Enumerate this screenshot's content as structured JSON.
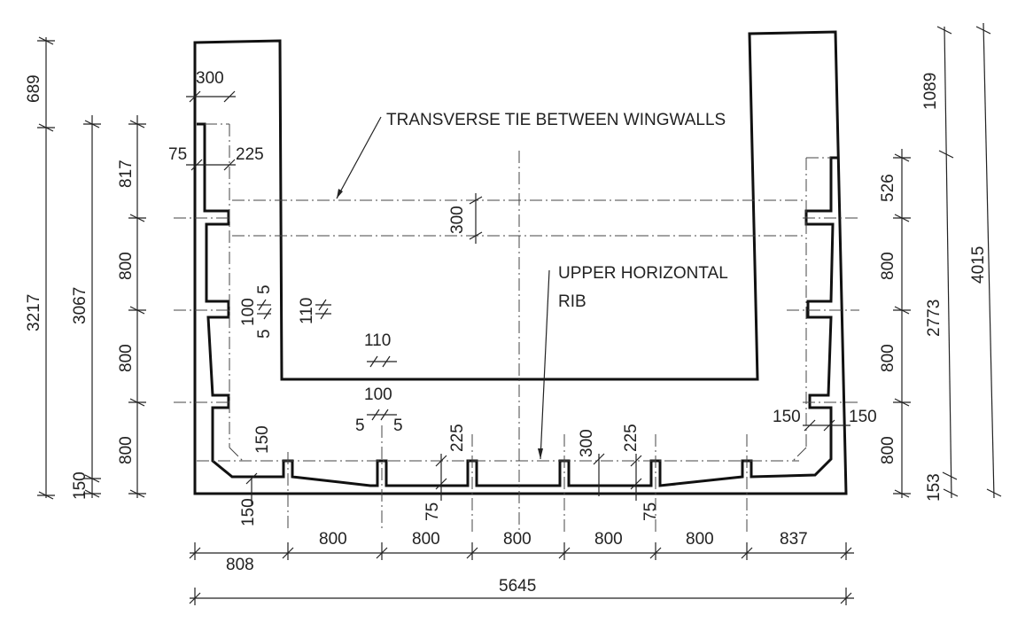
{
  "annotations": {
    "transverse_tie": "TRANSVERSE TIE BETWEEN WINGWALLS",
    "upper_rib_line1": "UPPER HORIZONTAL",
    "upper_rib_line2": "RIB"
  },
  "dims": {
    "d300_top": "300",
    "d75": "75",
    "d225_left": "225",
    "d300_tie": "300",
    "d100_left": "100",
    "d5_left_a": "5",
    "d5_left_b": "5",
    "d110_vert": "110",
    "d110_horiz": "110",
    "d100_bottom": "100",
    "d5_bottom_a": "5",
    "d5_bottom_b": "5",
    "d150_left_rib": "150",
    "d150_left_base": "150",
    "d225_mid": "225",
    "d75_mid": "75",
    "d300_right": "300",
    "d225_right": "225",
    "d75_right": "75",
    "d150_right_a": "150",
    "d150_right_b": "150",
    "left_689": "689",
    "left_3217": "3217",
    "left_3067": "3067",
    "left_150": "150",
    "left_817": "817",
    "left_800_a": "800",
    "left_800_b": "800",
    "left_800_c": "800",
    "right_1089": "1089",
    "right_4015": "4015",
    "right_2773": "2773",
    "right_153": "153",
    "right_526": "526",
    "right_800_a": "800",
    "right_800_b": "800",
    "right_800_c": "800",
    "bottom_808": "808",
    "bottom_800_a": "800",
    "bottom_800_b": "800",
    "bottom_800_c": "800",
    "bottom_800_d": "800",
    "bottom_800_e": "800",
    "bottom_837": "837",
    "bottom_5645": "5645"
  }
}
